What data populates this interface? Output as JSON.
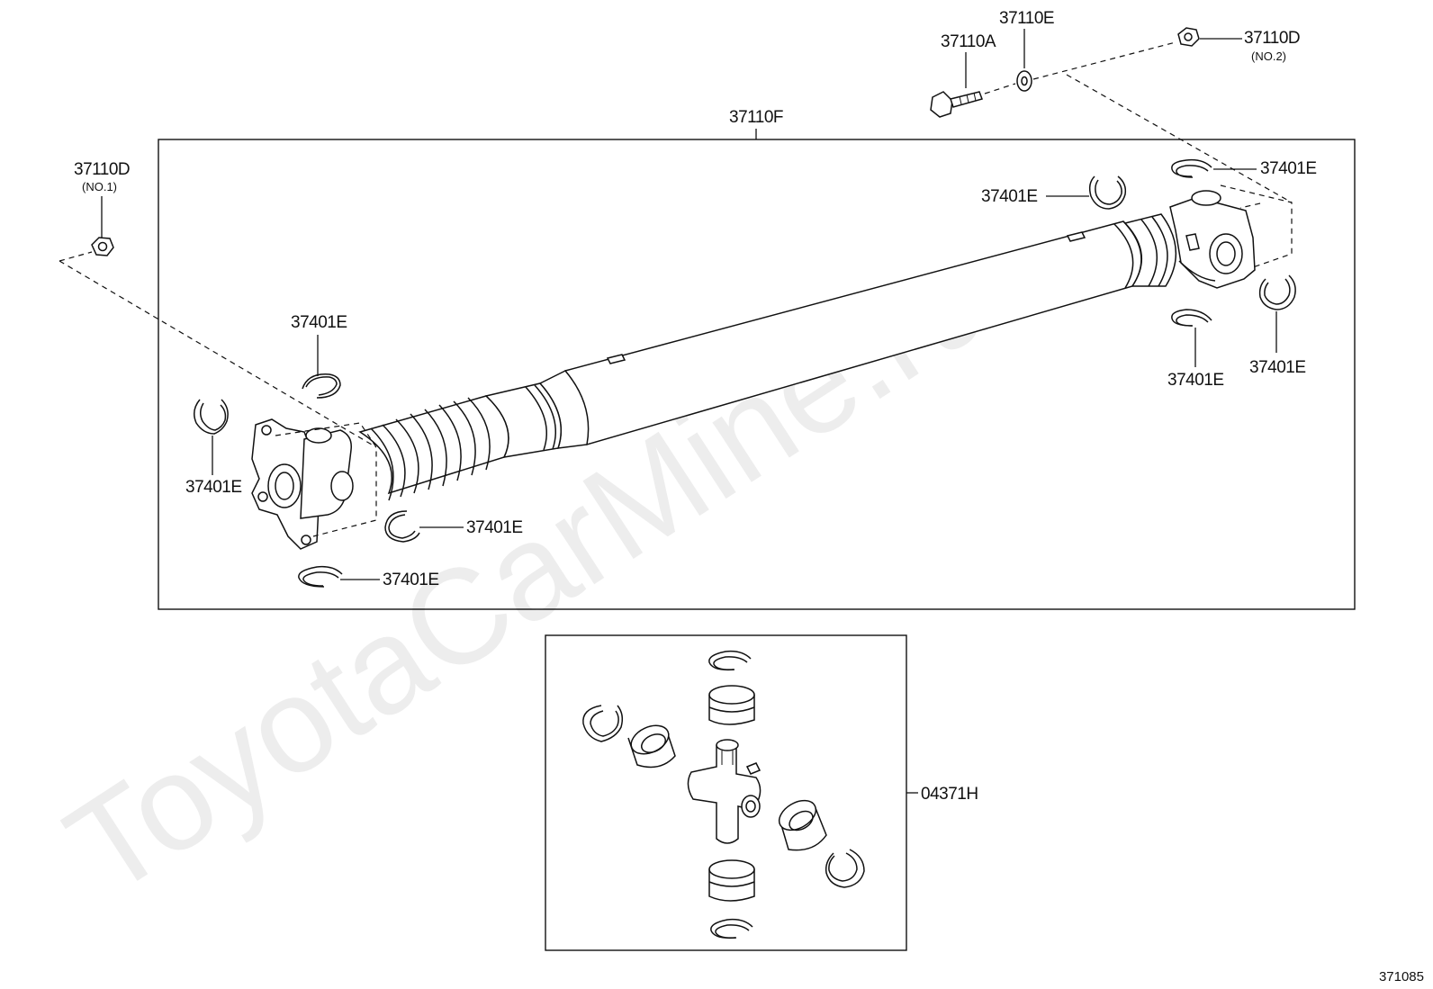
{
  "labels": {
    "main_assembly": "37110F",
    "bolt": "37110A",
    "washer": "37110E",
    "nut_no2": "37110D",
    "nut_no2_sub": "(NO.2)",
    "nut_no1": "37110D",
    "nut_no1_sub": "(NO.1)",
    "snap_ring": "37401E",
    "spider_kit": "04371H"
  },
  "watermark": "ToyotaCarMine.ru",
  "diagram_id": "371085"
}
